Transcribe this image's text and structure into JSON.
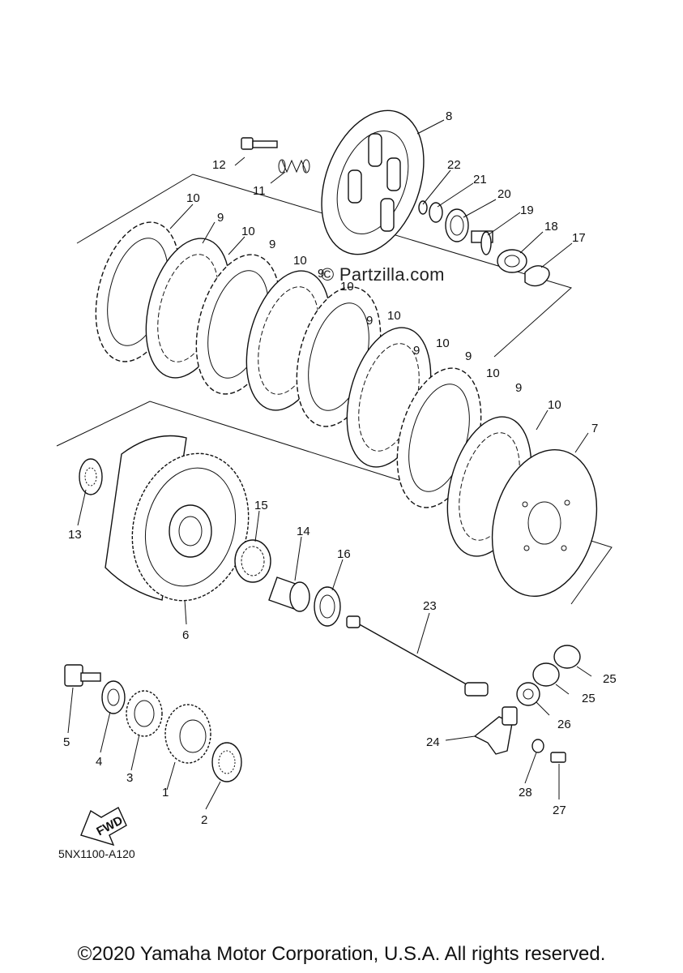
{
  "watermark": "© Partzilla.com",
  "diagram_code": "5NX1100-A120",
  "fwd_label": "FWD",
  "copyright": "©2020 Yamaha Motor Corporation, U.S.A. All rights reserved.",
  "callouts": {
    "p1": "1",
    "p2": "2",
    "p3": "3",
    "p4": "4",
    "p5": "5",
    "p6": "6",
    "p7": "7",
    "p8": "8",
    "p9a": "9",
    "p9b": "9",
    "p9c": "9",
    "p9d": "9",
    "p9e": "9",
    "p9f": "9",
    "p9g": "9",
    "p10a": "10",
    "p10b": "10",
    "p10c": "10",
    "p10d": "10",
    "p10e": "10",
    "p10f": "10",
    "p10g": "10",
    "p10h": "10",
    "p11": "11",
    "p12": "12",
    "p13": "13",
    "p14": "14",
    "p15": "15",
    "p16": "16",
    "p17": "17",
    "p18": "18",
    "p19": "19",
    "p20": "20",
    "p21": "21",
    "p22": "22",
    "p23": "23",
    "p24": "24",
    "p25a": "25",
    "p25b": "25",
    "p26": "26",
    "p27": "27",
    "p28": "28"
  }
}
